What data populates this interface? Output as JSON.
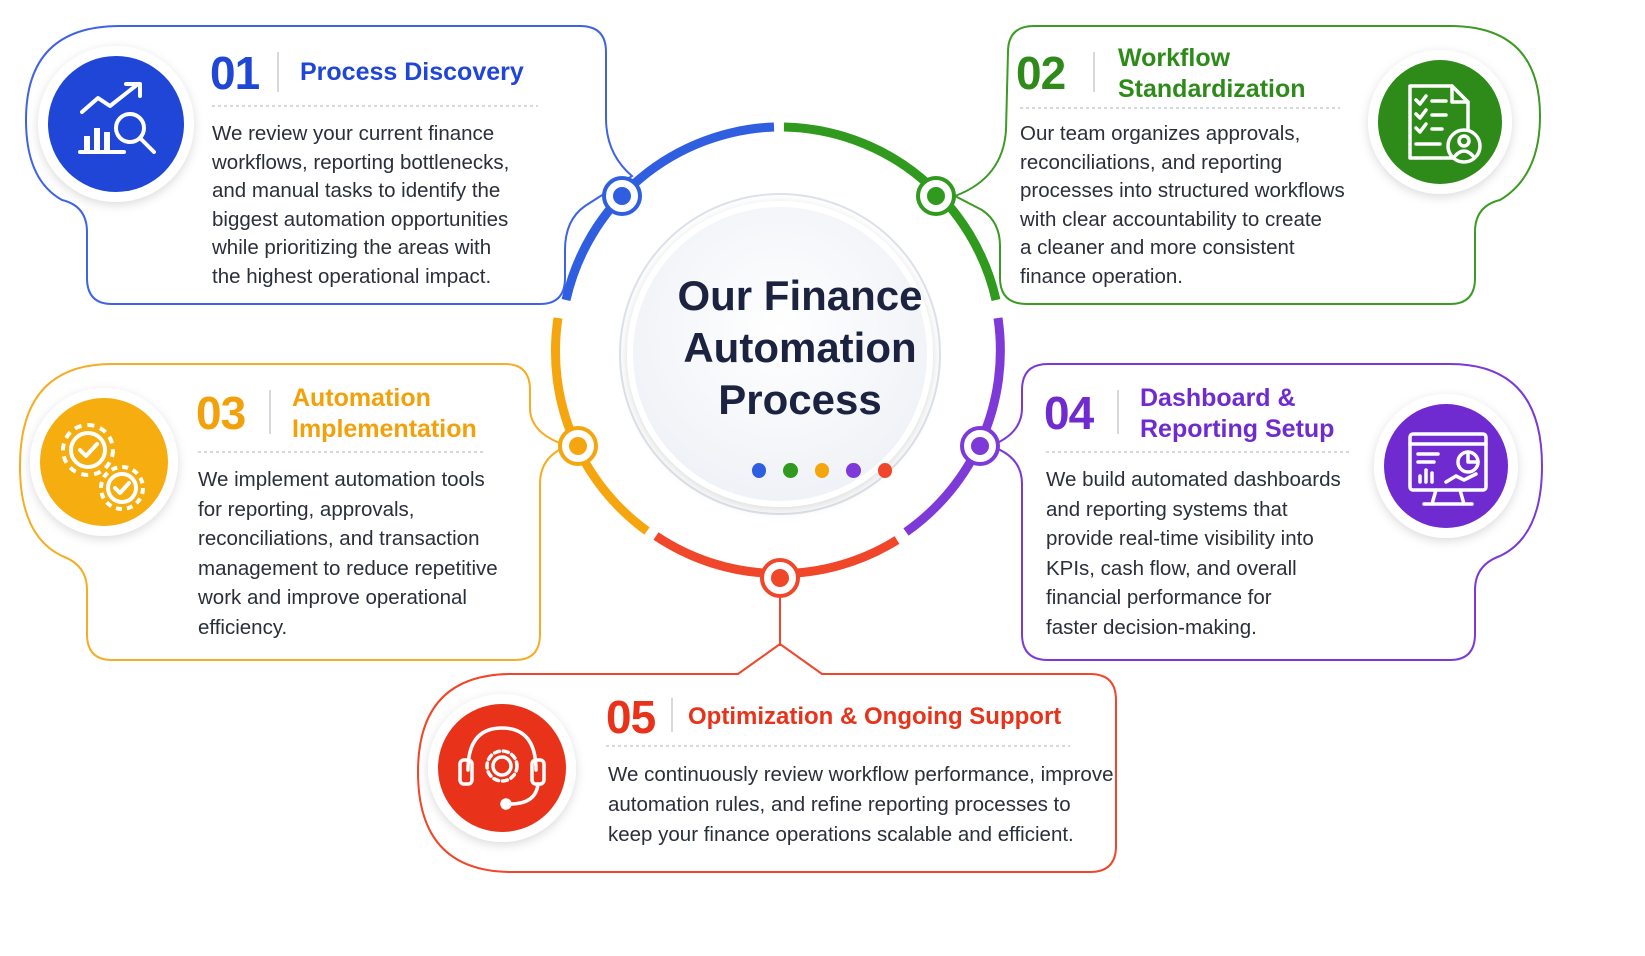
{
  "center": {
    "title_lines": [
      "Our Finance",
      "Automation",
      "Process"
    ],
    "dot_colors": [
      "#2f5fe0",
      "#2f9a1e",
      "#f5a60f",
      "#7d3ad8",
      "#f0462a"
    ]
  },
  "steps": [
    {
      "number": "01",
      "title_lines": [
        "Process Discovery"
      ],
      "color": "#1f46d6",
      "icon": "growth-chart-magnifier-icon",
      "description": [
        "We review your current finance",
        "workflows, reporting bottlenecks,",
        "and manual tasks to identify the",
        "biggest automation opportunities",
        "while prioritizing the areas with",
        "the highest operational impact."
      ]
    },
    {
      "number": "02",
      "title_lines": [
        "Workflow",
        "Standardization"
      ],
      "color": "#2e8b1a",
      "icon": "checklist-document-user-icon",
      "description": [
        "Our team organizes approvals,",
        "reconciliations, and reporting",
        "processes into structured workflows",
        "with clear accountability to create",
        "a cleaner and more consistent",
        "finance operation."
      ]
    },
    {
      "number": "03",
      "title_lines": [
        "Automation",
        "Implementation"
      ],
      "color": "#f3a10b",
      "icon": "gears-check-icon",
      "description": [
        "We implement automation tools",
        "for reporting, approvals,",
        "reconciliations, and transaction",
        "management to reduce repetitive",
        "work and improve operational",
        "efficiency."
      ]
    },
    {
      "number": "04",
      "title_lines": [
        "Dashboard &",
        "Reporting Setup"
      ],
      "color": "#6f2bd0",
      "icon": "monitor-dashboard-icon",
      "description": [
        "We build automated dashboards",
        "and reporting systems that",
        "provide real-time visibility into",
        "KPIs, cash flow, and overall",
        "financial performance for",
        "faster decision-making."
      ]
    },
    {
      "number": "05",
      "title_lines": [
        "Optimization & Ongoing Support"
      ],
      "color": "#e8321a",
      "icon": "headset-gear-icon",
      "description": [
        "We continuously review workflow performance, improve",
        "automation rules, and refine reporting processes to",
        "keep your finance operations scalable and efficient."
      ]
    }
  ]
}
